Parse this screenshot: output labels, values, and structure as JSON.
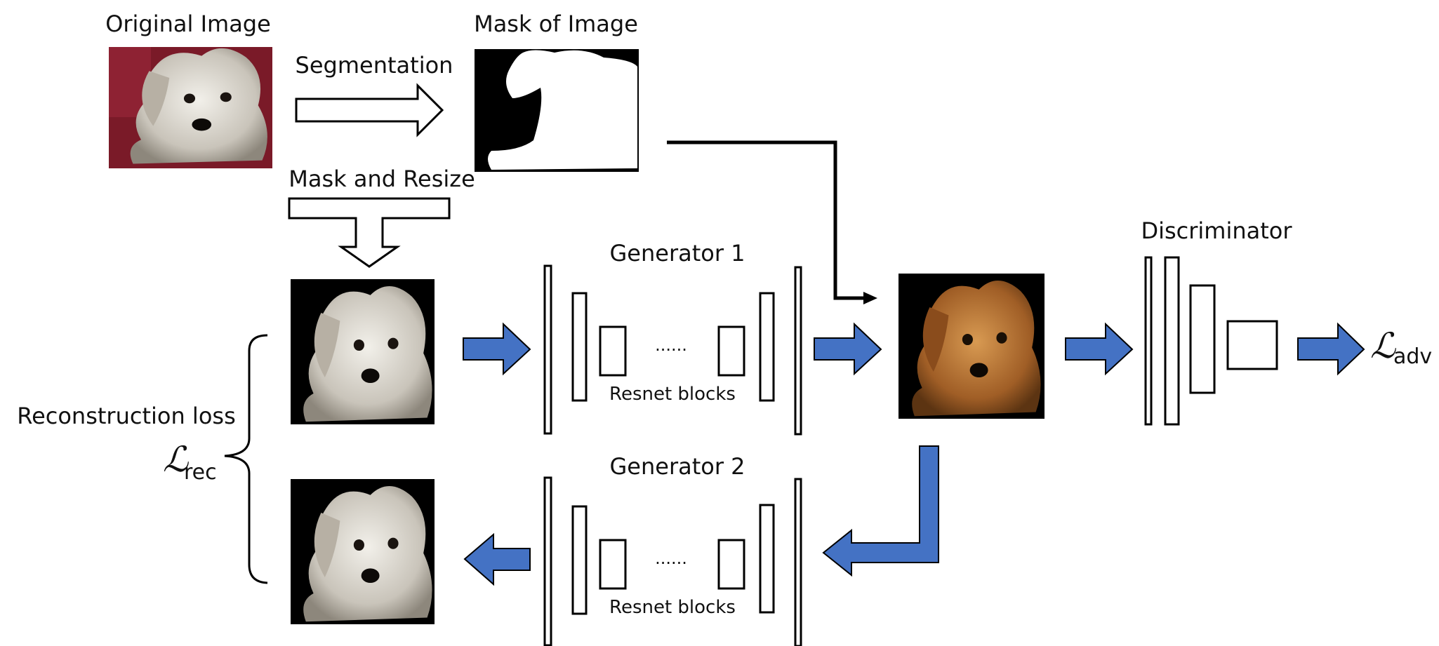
{
  "labels": {
    "original_image": "Original Image",
    "mask_of_image": "Mask of Image",
    "segmentation": "Segmentation",
    "mask_and_resize": "Mask and Resize",
    "generator1": "Generator 1",
    "generator2": "Generator 2",
    "resnet_blocks_1": "Resnet blocks",
    "resnet_blocks_2": "Resnet blocks",
    "ellipsis_1": "......",
    "ellipsis_2": "......",
    "discriminator": "Discriminator",
    "reconstruction_loss": "Reconstruction loss",
    "l_rec_symbol": "ℒ",
    "l_rec_sub": "rec",
    "l_adv_symbol": "ℒ",
    "l_adv_sub": "adv"
  },
  "colors": {
    "blue_arrow": "#4472c4",
    "stroke": "#000000",
    "photo_bg_red": "#7a1a28",
    "dog_white": "#d8d4cc",
    "dog_brown": "#a8652c"
  }
}
